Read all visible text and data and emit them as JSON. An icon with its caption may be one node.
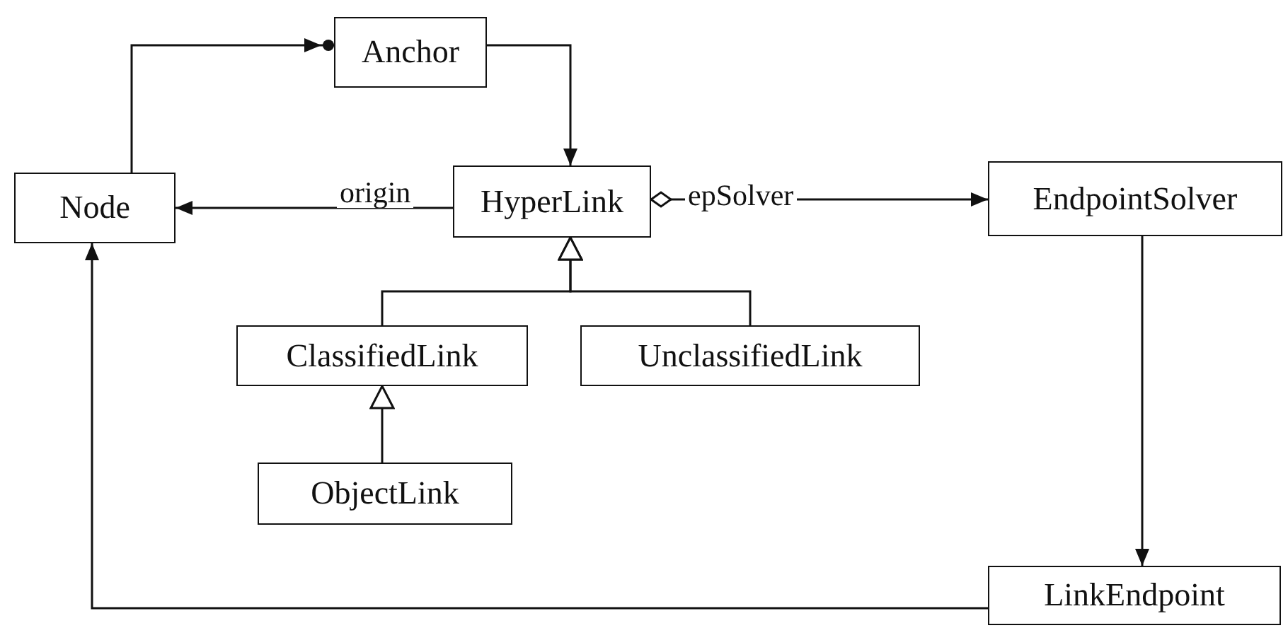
{
  "diagram": {
    "nodes": [
      {
        "text": [
          "Anchor"
        ]
      },
      {
        "text": [
          "Node"
        ]
      },
      {
        "text": [
          "HyperLink"
        ]
      },
      {
        "text": [
          "EndpointSolver"
        ]
      },
      {
        "text": [
          "ClassifiedLink"
        ]
      },
      {
        "text": [
          "UnclassifiedLink"
        ]
      },
      {
        "text": [
          "ObjectLink"
        ]
      },
      {
        "text": [
          "LinkEndpoint"
        ]
      }
    ],
    "edges": [
      {
        "from": 1,
        "to": 0,
        "arrow": "to"
      },
      {
        "from": 0,
        "to": 2,
        "arrow": "to"
      },
      {
        "from": 2,
        "to": 1,
        "arrow": "to",
        "label": "origin"
      },
      {
        "from": 2,
        "to": 3,
        "arrow": "to",
        "label": "epSolver"
      },
      {
        "from": 4,
        "to": 2,
        "arrow": "to"
      },
      {
        "from": 5,
        "to": 2,
        "arrow": "to"
      },
      {
        "from": 6,
        "to": 4,
        "arrow": "to"
      },
      {
        "from": 3,
        "to": 7,
        "arrow": "to"
      },
      {
        "from": 7,
        "to": 1,
        "arrow": "to"
      }
    ]
  }
}
